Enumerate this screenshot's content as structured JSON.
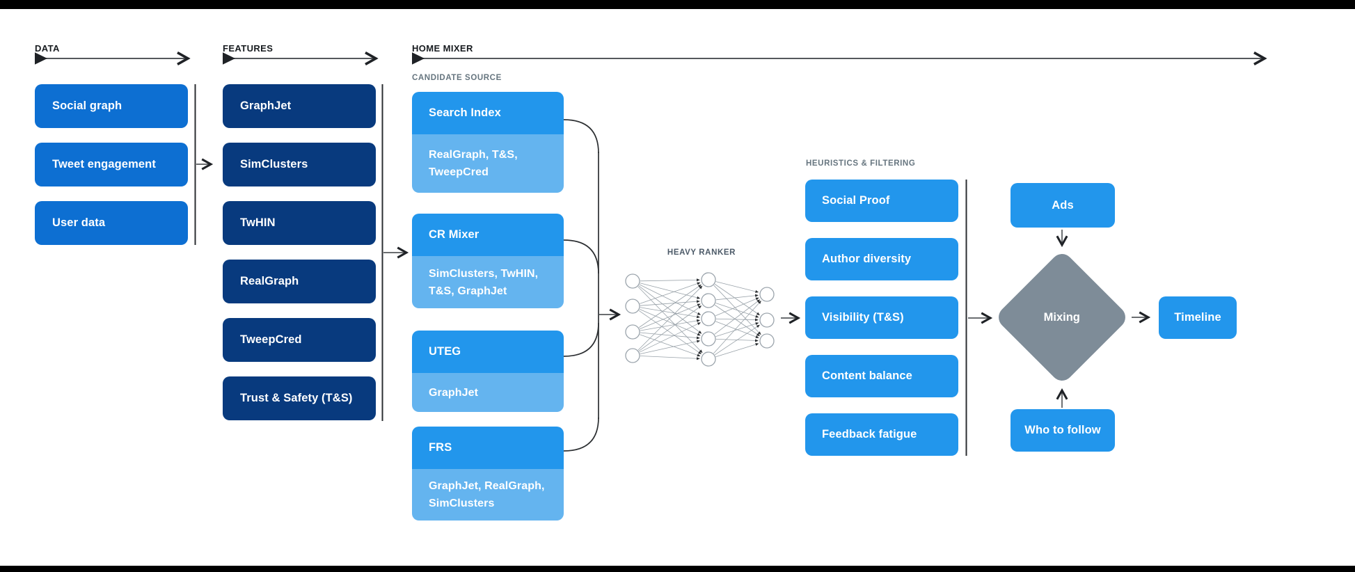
{
  "colors": {
    "medium_blue": "#0D6FD2",
    "navy_blue": "#083A7E",
    "bright_blue": "#2296EC",
    "light_blue": "#64B4EF",
    "diamond_gray": "#7E8C98",
    "bar_black": "#000000",
    "heading_dark": "#171B1F",
    "subheading_gray": "#66757F",
    "heavy_ranker_gray": "#4C5A68"
  },
  "sections": {
    "data": {
      "label": "DATA",
      "boxes": [
        "Social graph",
        "Tweet engagement",
        "User data"
      ]
    },
    "features": {
      "label": "FEATURES",
      "boxes": [
        "GraphJet",
        "SimClusters",
        "TwHIN",
        "RealGraph",
        "TweepCred",
        "Trust & Safety (T&S)"
      ]
    },
    "home_mixer": {
      "label": "HOME MIXER"
    },
    "candidate_source": {
      "label": "CANDIDATE SOURCE",
      "groups": [
        {
          "title": "Search Index",
          "sub": "RealGraph, T&S, TweepCred"
        },
        {
          "title": "CR Mixer",
          "sub": "SimClusters, TwHIN, T&S, GraphJet"
        },
        {
          "title": "UTEG",
          "sub": "GraphJet"
        },
        {
          "title": "FRS",
          "sub": "GraphJet, RealGraph, SimClusters"
        }
      ]
    },
    "heavy_ranker": {
      "label": "HEAVY RANKER"
    },
    "heuristics": {
      "label": "HEURISTICS & FILTERING",
      "boxes": [
        "Social Proof",
        "Author diversity",
        "Visibility (T&S)",
        "Content balance",
        "Feedback fatigue"
      ]
    },
    "mixing": {
      "ads": "Ads",
      "diamond": "Mixing",
      "who_to_follow": "Who to follow",
      "timeline": "Timeline"
    }
  }
}
